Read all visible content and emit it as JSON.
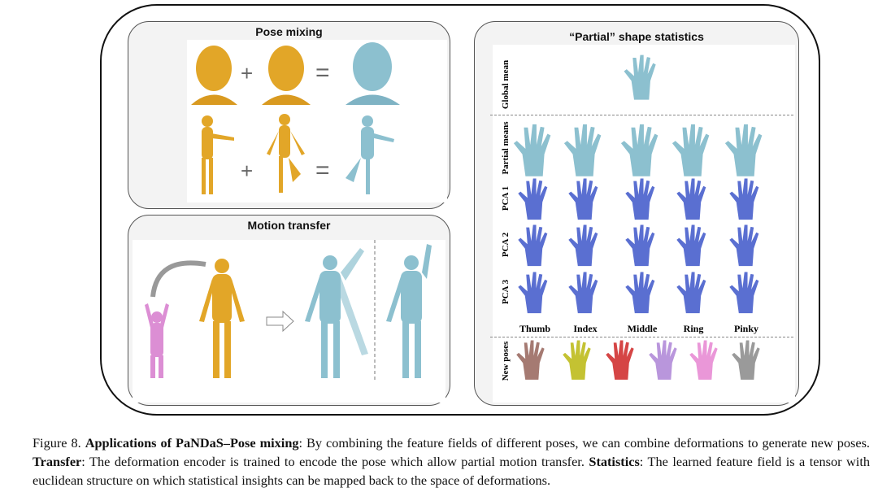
{
  "panels": {
    "pose_mixing": {
      "title": "Pose mixing",
      "plus": "+",
      "equals": "="
    },
    "motion_transfer": {
      "title": "Motion transfer"
    },
    "statistics": {
      "title": "“Partial” shape statistics",
      "row_labels": [
        "Global mean",
        "Partial means",
        "PCA 1",
        "PCA 2",
        "PCA 3",
        "New poses"
      ],
      "column_labels": [
        "Thumb",
        "Index",
        "Middle",
        "Ring",
        "Pinky"
      ]
    }
  },
  "colors": {
    "gold": "#e2a628",
    "blue": "#8cc0cf",
    "pca_blue": "#5a6fd1",
    "pink": "#dc8ed4",
    "new_poses": [
      "#a57a72",
      "#c4c232",
      "#d54545",
      "#b996dc",
      "#ea97d8",
      "#9a9a9a"
    ]
  },
  "caption": {
    "figure": "Figure 8.",
    "b1": "Applications of PaNDaS–Pose mixing",
    "t1": ": By combining the feature fields of different poses, we can combine deformations to generate new poses. ",
    "b2": "Transfer",
    "t2": ": The deformation encoder is trained to encode the pose which allow partial motion transfer. ",
    "b3": "Statistics",
    "t3": ": The learned feature field is a tensor with euclidean structure on which statistical insights can be mapped back to the space of deformations."
  }
}
